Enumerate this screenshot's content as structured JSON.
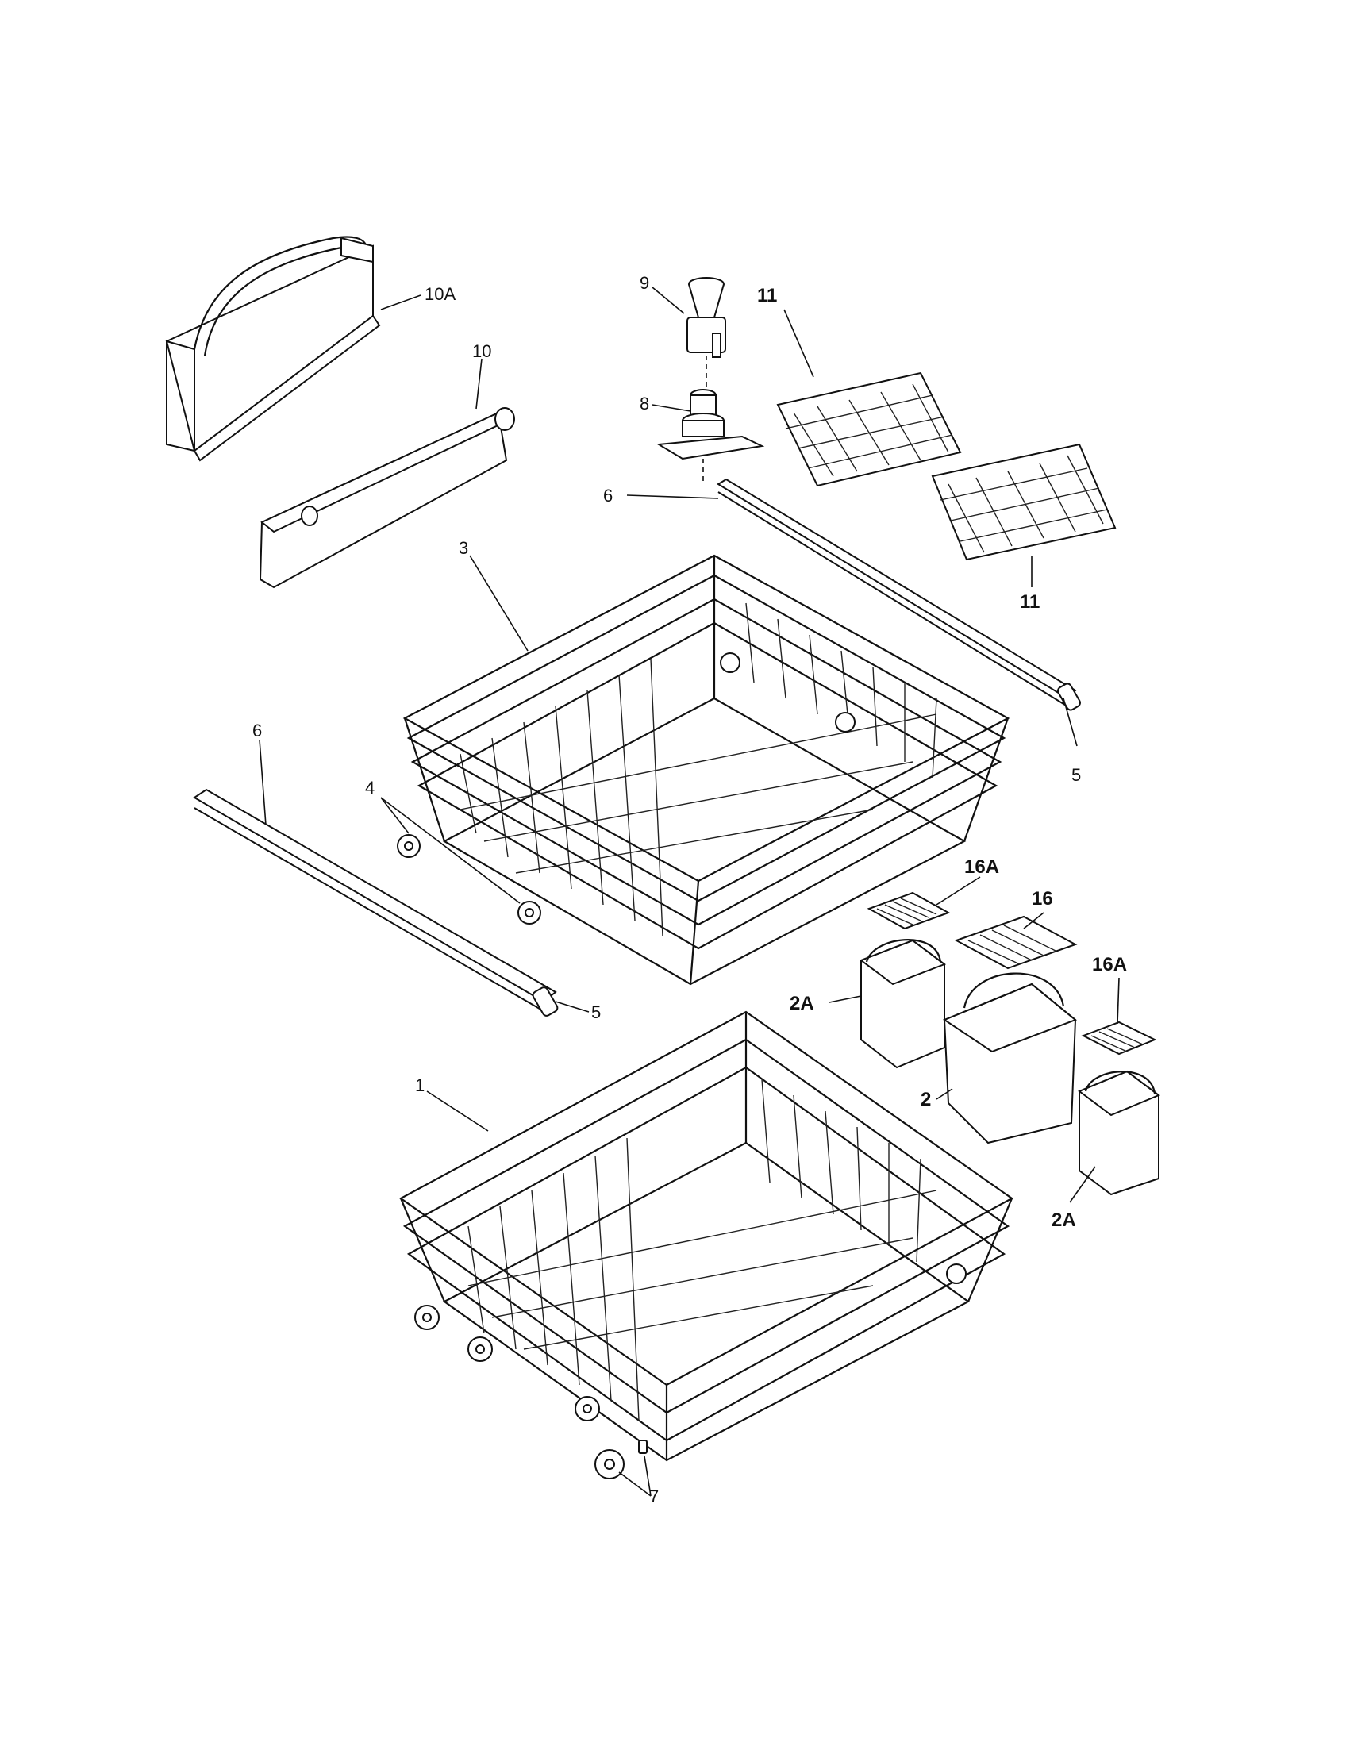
{
  "callouts": [
    {
      "id": "10A",
      "text": "10A",
      "bold": false
    },
    {
      "id": "10",
      "text": "10",
      "bold": false
    },
    {
      "id": "9",
      "text": "9",
      "bold": false
    },
    {
      "id": "8",
      "text": "8",
      "bold": false
    },
    {
      "id": "11a",
      "text": "11",
      "bold": true
    },
    {
      "id": "11b",
      "text": "11",
      "bold": true
    },
    {
      "id": "6a",
      "text": "6",
      "bold": false
    },
    {
      "id": "6b",
      "text": "6",
      "bold": false
    },
    {
      "id": "3",
      "text": "3",
      "bold": false
    },
    {
      "id": "5a",
      "text": "5",
      "bold": false
    },
    {
      "id": "5b",
      "text": "5",
      "bold": false
    },
    {
      "id": "4",
      "text": "4",
      "bold": false
    },
    {
      "id": "16Aa",
      "text": "16A",
      "bold": true
    },
    {
      "id": "16",
      "text": "16",
      "bold": true
    },
    {
      "id": "16Ab",
      "text": "16A",
      "bold": true
    },
    {
      "id": "2Aa",
      "text": "2A",
      "bold": true
    },
    {
      "id": "2",
      "text": "2",
      "bold": true
    },
    {
      "id": "2Ab",
      "text": "2A",
      "bold": true
    },
    {
      "id": "1",
      "text": "1",
      "bold": false
    },
    {
      "id": "7",
      "text": "7",
      "bold": false
    }
  ]
}
